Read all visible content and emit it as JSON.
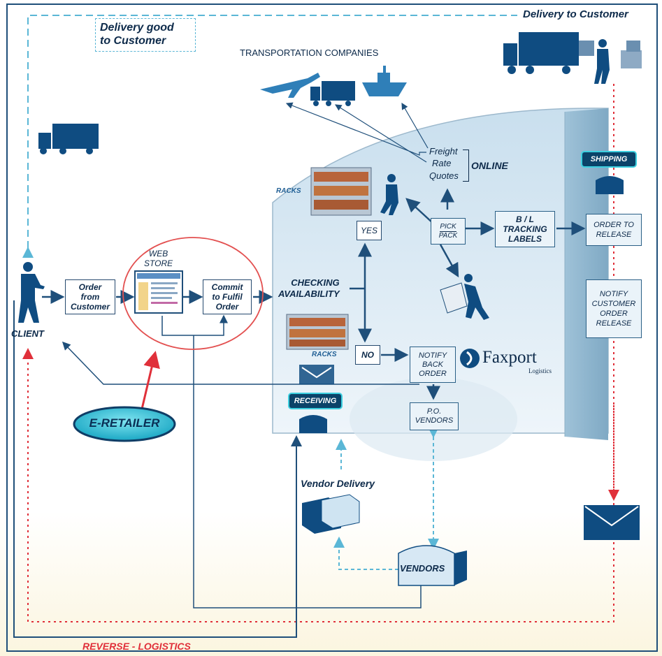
{
  "header": {
    "delivery_good": "Delivery good\nto Customer",
    "delivery_to_customer": "Delivery to Customer",
    "transportation_companies": "TRANSPORTATION COMPANIES"
  },
  "client": {
    "label": "CLIENT"
  },
  "order_from_customer": "Order\nfrom\nCustomer",
  "web_store": {
    "label": "WEB\nSTORE"
  },
  "commit_order": "Commit\nto Fulfil\nOrder",
  "e_retailer": "E-RETAILER",
  "warehouse": {
    "racks_top": "RACKS",
    "racks_bottom": "RACKS",
    "yes": "YES",
    "no": "NO",
    "checking_availability": "CHECKING\nAVAILABILITY",
    "pick": "PICK",
    "pack": "PACK",
    "freight": "Freight",
    "rate": "Rate",
    "quotes": "Quotes",
    "online": "ONLINE",
    "bl_tracking": "B / L\nTRACKING\nLABELS",
    "notify_back_order": "NOTIFY\nBACK\nORDER",
    "po_vendors": "P.O.\nVENDORS",
    "receiving": "RECEIVING",
    "shipping": "SHIPPING",
    "order_to_release": "ORDER TO\nRELEASE",
    "notify_customer": "NOTIFY\nCUSTOMER\nORDER\nRELEASE"
  },
  "logo": {
    "name": "Faxport",
    "sub": "Logistics"
  },
  "vendor_delivery": "Vendor Delivery",
  "vendors": "VENDORS",
  "reverse_logistics": "REVERSE - LOGISTICS",
  "colors": {
    "navy": "#0d2a4a",
    "line": "#1f4f7a",
    "dashed": "#5bb7d6",
    "red_dotted": "#e0303a",
    "accent_cyan": "#3dd0e0"
  }
}
